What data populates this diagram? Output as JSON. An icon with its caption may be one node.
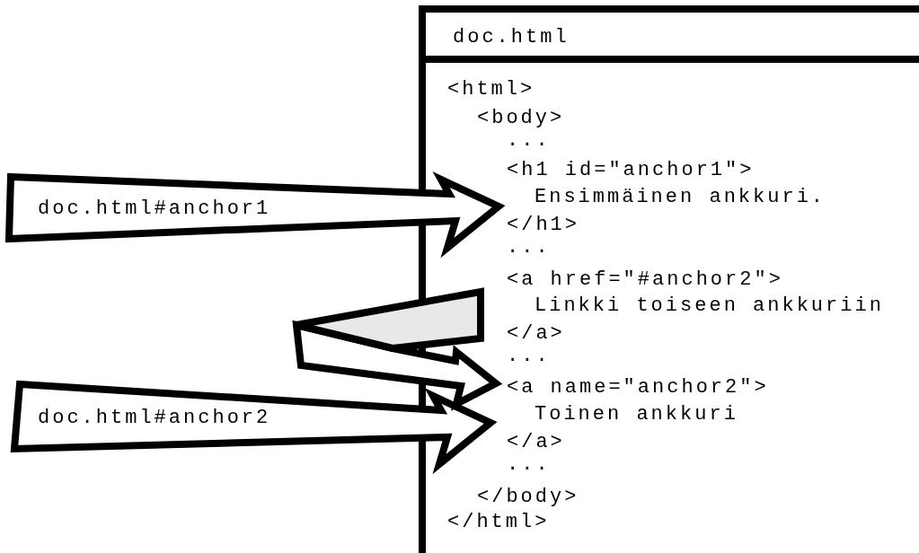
{
  "diagram": {
    "nodes": [
      {
        "text": [
          "doc.html"
        ]
      },
      {
        "text": [
          "<html>"
        ],
        "in": 0
      },
      {
        "text": [
          "<body>"
        ],
        "in": 0
      },
      {
        "text": [
          "..."
        ],
        "in": 0
      },
      {
        "text": [
          "<h1 id=\"anchor1\">"
        ],
        "in": 0
      },
      {
        "text": [
          "Ensimmäinen ankkuri."
        ],
        "in": 0
      },
      {
        "text": [
          "</h1>"
        ],
        "in": 0
      },
      {
        "text": [
          "..."
        ],
        "in": 0
      },
      {
        "text": [
          "<a href=\"#anchor2\">"
        ],
        "in": 0
      },
      {
        "text": [
          "Linkki toiseen ankkuriin"
        ],
        "in": 0
      },
      {
        "text": [
          "</a>"
        ],
        "in": 0
      },
      {
        "text": [
          "..."
        ],
        "in": 0
      },
      {
        "text": [
          "<a name=\"anchor2\">"
        ],
        "in": 0
      },
      {
        "text": [
          "Toinen ankkuri"
        ],
        "in": 0
      },
      {
        "text": [
          "</a>"
        ],
        "in": 0
      },
      {
        "text": [
          "..."
        ],
        "in": 0
      },
      {
        "text": [
          "</body>"
        ],
        "in": 0
      },
      {
        "text": [
          "</html>"
        ],
        "in": 0
      },
      {
        "text": [
          "doc.html#anchor1"
        ]
      },
      {
        "text": [
          "doc.html#anchor2"
        ]
      }
    ],
    "edges": [
      {
        "from": 18,
        "to": 5,
        "arrow": "to",
        "style": "thick"
      },
      {
        "from": 19,
        "to": 13,
        "arrow": "to",
        "style": "thick"
      },
      {
        "from": 9,
        "to": 12,
        "arrow": "to",
        "style": "thick"
      }
    ]
  }
}
